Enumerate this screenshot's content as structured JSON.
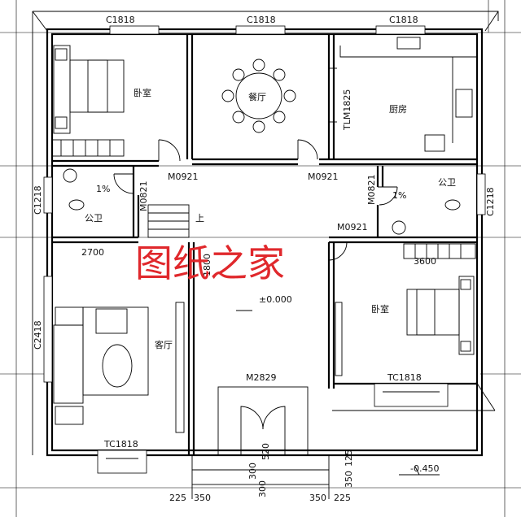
{
  "window_labels": {
    "top_left": "C1818",
    "top_center": "C1818",
    "top_right": "C1818",
    "left_bath": "C1218",
    "right_bath": "C1218",
    "left_living": "C2418",
    "bottom_left": "TC1818",
    "bottom_right": "TC1818"
  },
  "door_labels": {
    "left_upper": "M0921",
    "right_upper": "M0921",
    "left_bath": "M0821",
    "right_bath": "M0821",
    "right_lower": "M0921",
    "main": "M2829",
    "kitchen": "TLM1825"
  },
  "rooms": {
    "bedroom_left": "卧室",
    "dining": "餐厅",
    "kitchen": "厨房",
    "bath_left": "公卫",
    "bath_right": "公卫",
    "living": "客厅",
    "bedroom_right": "卧室"
  },
  "slopes": {
    "left": "1%",
    "right": "1%"
  },
  "stair_up": "上",
  "dims": {
    "living_width": "2700",
    "hall_depth": "1800",
    "bed_right": "3600",
    "floor_level": "±0.000",
    "outside_level": "-0.450",
    "step_520": "520",
    "step_300a": "300",
    "step_300b": "300",
    "step_125": "125",
    "step_350v": "350",
    "bot_225a": "225",
    "bot_350a": "350",
    "bot_350b": "350",
    "bot_225b": "225"
  },
  "watermark": "图纸之家"
}
